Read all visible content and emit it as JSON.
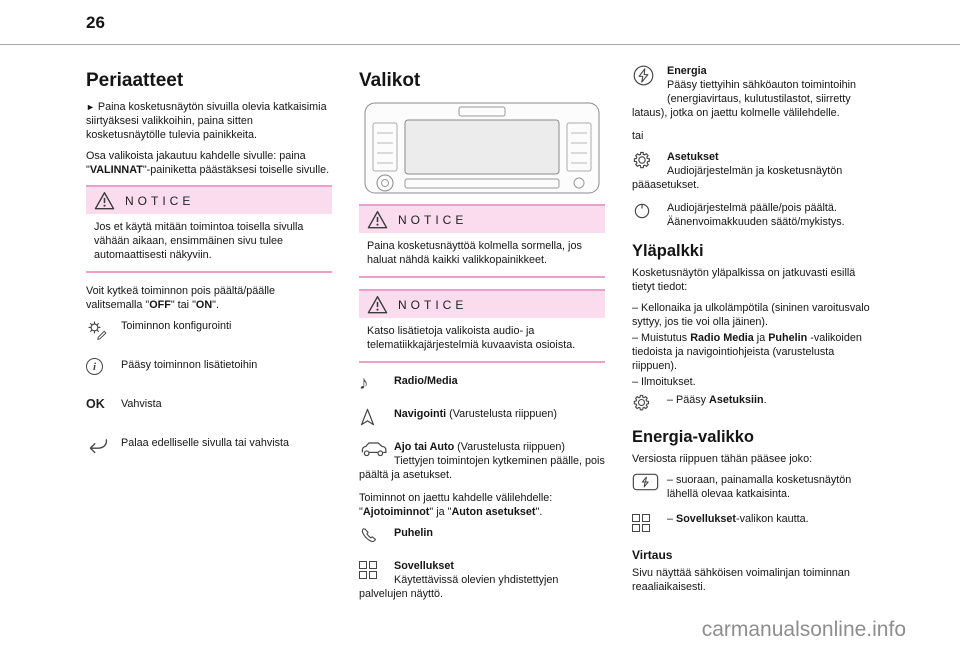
{
  "page": {
    "number": "26",
    "watermark": "carmanualsonline.info"
  },
  "principles": {
    "heading": "Periaatteet",
    "p1_bullet": "►",
    "p1": "Paina kosketusnäytön sivuilla olevia katkaisimia siirtyäksesi valikkoihin, paina sitten kosketusnäytölle tulevia painikkeita.",
    "p2_pre": "Osa valikoista jakautuu kahdelle sivulle: paina \"",
    "p2_bold": "VALINNAT",
    "p2_post": "\"-painiketta päästäksesi toiselle sivulle.",
    "notice": {
      "title": "NOTICE",
      "body": "Jos et käytä mitään toimintoa toisella sivulla vähään aikaan, ensimmäinen sivu tulee automaattisesti näkyviin."
    },
    "p3_pre": "Voit kytkeä toiminnon pois päältä/päälle valitsemalla \"",
    "p3_bold1": "OFF",
    "p3_mid": "\" tai \"",
    "p3_bold2": "ON",
    "p3_post": "\".",
    "items": [
      {
        "icon": "configure-icon",
        "label": "Toiminnon konfigurointi"
      },
      {
        "icon": "info-icon",
        "label": "Pääsy toiminnon lisätietoihin"
      },
      {
        "icon": "ok-text",
        "ok": "OK",
        "label": "Vahvista"
      },
      {
        "icon": "back-arrow-icon",
        "label": "Palaa edelliselle sivulla tai vahvista"
      }
    ]
  },
  "menus": {
    "heading": "Valikot",
    "illustration": "touchscreen-head-unit-drawing",
    "notice1": {
      "title": "NOTICE",
      "body": "Paina kosketusnäyttöä kolmella sormella, jos haluat nähdä kaikki valikkopainikkeet."
    },
    "notice2": {
      "title": "NOTICE",
      "body": "Katso lisätietoja valikoista audio- ja telematiikkajärjestelmiä kuvaavista osioista."
    },
    "radio": {
      "icon": "music-note-icon",
      "bold": "Radio/Media"
    },
    "nav": {
      "icon": "navigation-arrow-icon",
      "bold": "Navigointi",
      "rest": " (Varustelusta riippuen)"
    },
    "drive": {
      "icon": "car-icon",
      "bold": "Ajo tai Auto",
      "rest": " (Varustelusta riippuen)",
      "body": "Tiettyjen toimintojen kytkeminen päälle, pois päältä ja asetukset."
    },
    "tabs_pre": "Toiminnot on jaettu kahdelle välilehdelle: \"",
    "tabs_bold1": "Ajotoiminnot",
    "tabs_mid": "\" ja \"",
    "tabs_bold2": "Auton asetukset",
    "tabs_post": "\".",
    "phone": {
      "icon": "phone-icon",
      "bold": "Puhelin"
    },
    "apps": {
      "icon": "apps-grid-icon",
      "bold": "Sovellukset",
      "body": "Käytettävissä olevien yhdistettyjen palvelujen näyttö."
    }
  },
  "right": {
    "energy": {
      "icon": "energy-bolt-icon",
      "bold": "Energia",
      "body": "Pääsy tiettyihin sähköauton toimintoihin (energiavirtaus, kulutustilastot, siirretty lataus), jotka on jaettu kolmelle välilehdelle."
    },
    "tai": "tai",
    "settings": {
      "icon": "gear-icon",
      "bold": "Asetukset",
      "body": "Audiojärjestelmän ja kosketusnäytön pääasetukset."
    },
    "audio": {
      "icon": "volume-knob-icon",
      "body": "Audiojärjestelmä päälle/pois päältä. Äänenvoimakkuuden säätö/mykistys."
    },
    "topbar": {
      "heading": "Yläpalkki",
      "intro": "Kosketusnäytön yläpalkissa on jatkuvasti esillä tietyt tiedot:",
      "item1": "–  Kellonaika ja ulkolämpötila (sininen varoitusvalo syttyy, jos tie voi olla jäinen).",
      "item2_pre": "–  Muistutus ",
      "item2_bold1": "Radio Media",
      "item2_mid": " ja ",
      "item2_bold2": "Puhelin",
      "item2_post": " -valikoiden tiedoista ja navigointiohjeista (varustelusta riippuen).",
      "item3": "–  Ilmoitukset.",
      "item4_icon": "gear-icon",
      "item4_pre": "–  Pääsy ",
      "item4_bold": "Asetuksiin",
      "item4_post": "."
    },
    "energy_menu": {
      "heading": "Energia-valikko",
      "intro": "Versiosta riippuen tähän pääsee joko:",
      "item1_icon": "energy-button-icon",
      "item1": "–  suoraan, painamalla kosketusnäytön lähellä olevaa katkaisinta.",
      "item2_icon": "apps-grid-icon",
      "item2_pre": "–  ",
      "item2_bold": "Sovellukset",
      "item2_post": "-valikon kautta."
    },
    "flow": {
      "heading": "Virtaus",
      "body": "Sivu näyttää sähköisen voimalinjan toiminnan reaaliaikaisesti."
    }
  }
}
